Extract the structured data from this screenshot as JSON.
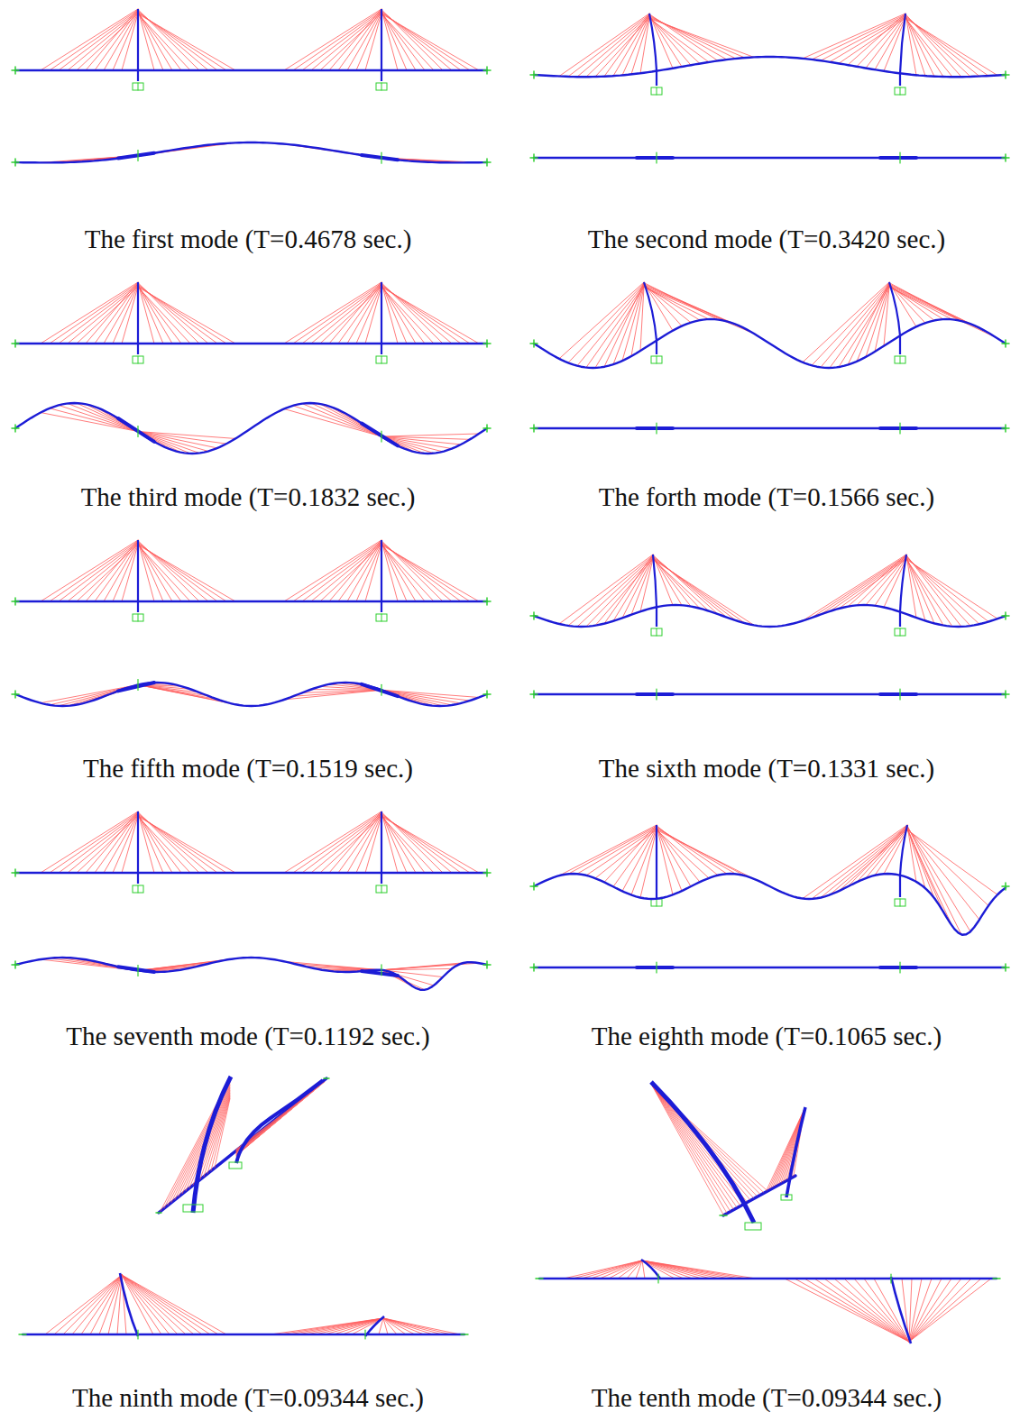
{
  "diagram": {
    "labels": [
      "The first mode (T=0.4678 sec.)",
      "The second mode (T=0.3420 sec.)",
      "The third mode (T=0.1832 sec.)",
      "The forth mode (T=0.1566 sec.)",
      "The fifth mode (T=0.1519 sec.)",
      "The sixth mode (T=0.1331 sec.)",
      "The seventh mode (T=0.1192 sec.)",
      "The eighth mode (T=0.1065 sec.)",
      "The ninth mode (T=0.09344 sec.)",
      "The tenth mode (T=0.09344 sec.)"
    ]
  }
}
